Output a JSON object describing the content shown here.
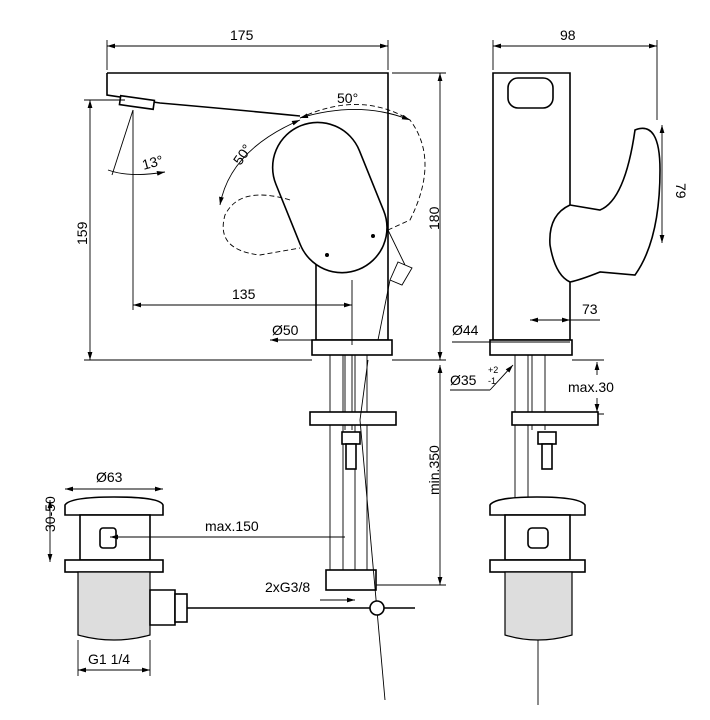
{
  "title": "Basin mixer technical drawing",
  "front_view": {
    "width": "175",
    "lever_angle_top": "50°",
    "lever_angle_left": "50°",
    "spout_angle": "13°",
    "spout_height": "159",
    "total_height": "180",
    "spout_reach": "135",
    "body_diameter": "Ø50"
  },
  "side_view": {
    "depth": "98",
    "lever_height": "79",
    "lever_offset": "73",
    "base_diameter": "Ø44",
    "hole_diameter": "Ø35",
    "hole_tol_plus": "+2",
    "hole_tol_minus": "-1",
    "deck_thickness": "max.30"
  },
  "installation": {
    "hose_length": "min.350",
    "waste_diameter": "Ø63",
    "waste_height": "30-50",
    "rod_length": "max.150",
    "connection": "2xG3/8",
    "waste_thread": "G1 1/4"
  }
}
